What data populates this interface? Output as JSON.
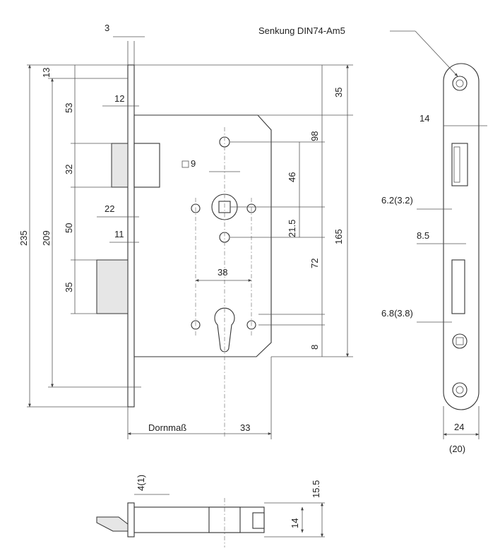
{
  "drawing": {
    "labels": {
      "senkung": "Senkung DIN74-Am5",
      "dornmass": "Dornmaß",
      "square9": "9"
    },
    "dimensions": {
      "d3": "3",
      "d13": "13",
      "d53": "53",
      "d12": "12",
      "d32": "32",
      "d209": "209",
      "d235": "235",
      "d22": "22",
      "d50": "50",
      "d11": "11",
      "d35_left": "35",
      "d35_right": "35",
      "d98": "98",
      "d46": "46",
      "d21_5": "21.5",
      "d165": "165",
      "d72": "72",
      "d38": "38",
      "d8": "8",
      "d33": "33",
      "d14_side": "14",
      "d6_2": "6.2(3.2)",
      "d8_5": "8.5",
      "d6_8": "6.8(3.8)",
      "d24": "24",
      "d20": "(20)",
      "d4_1": "4(1)",
      "d15_5": "15.5",
      "d14_bottom": "14"
    }
  }
}
